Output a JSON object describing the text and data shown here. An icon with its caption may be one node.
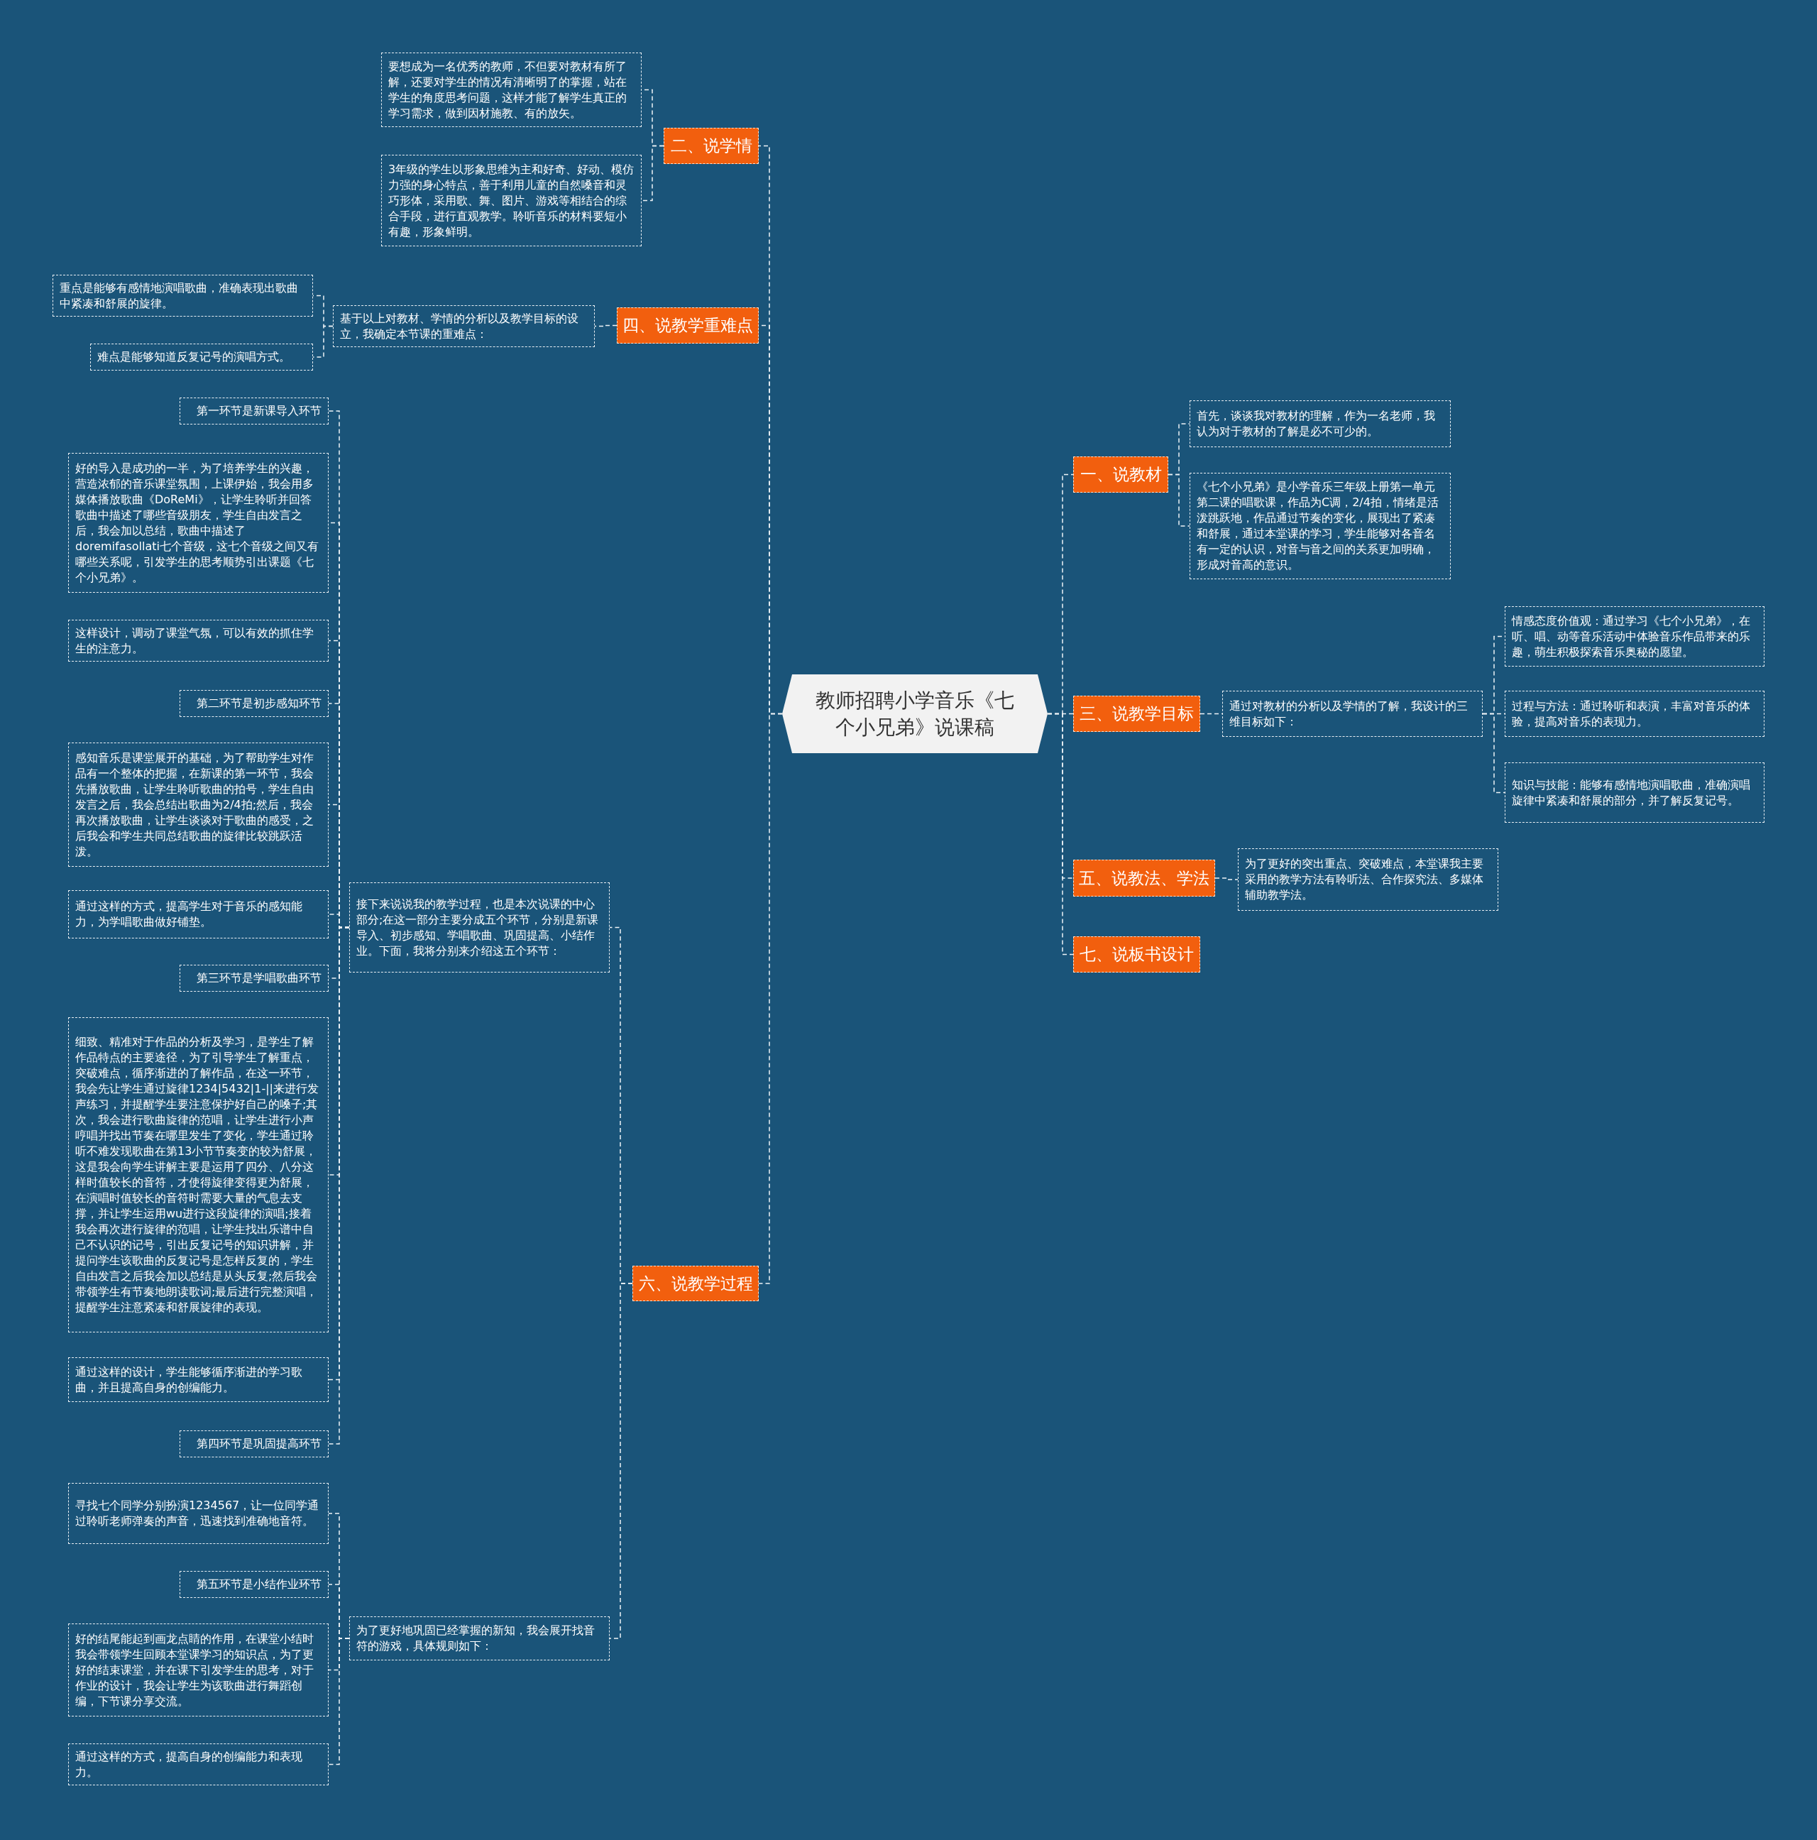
{
  "diagram": {
    "nodes": [
      {
        "text": [
          "教师招聘小学音乐《七个小兄弟》说课稿"
        ]
      },
      {
        "text": [
          "二、说学情"
        ]
      },
      {
        "text": [
          "要想成为一名优秀的教师，不但要对教材有所了解，还要对学生的情况有清晰明了的掌握，站在学生的角度思考问题，这样才能了解学生真正的学习需求，做到因材施教、有的放矢。"
        ]
      },
      {
        "text": [
          "3年级的学生以形象思维为主和好奇、好动、模仿力强的身心特点，善于利用儿童的自然嗓音和灵巧形体，采用歌、舞、图片、游戏等相结合的综合手段，进行直观教学。聆听音乐的材料要短小有趣，形象鲜明。"
        ]
      },
      {
        "text": [
          "四、说教学重难点"
        ]
      },
      {
        "text": [
          "基于以上对教材、学情的分析以及教学目标的设立，我确定本节课的重难点："
        ]
      },
      {
        "text": [
          "重点是能够有感情地演唱歌曲，准确表现出歌曲中紧凑和舒展的旋律。"
        ]
      },
      {
        "text": [
          "难点是能够知道反复记号的演唱方式。"
        ]
      },
      {
        "text": [
          "六、说教学过程"
        ]
      },
      {
        "text": [
          "接下来说说我的教学过程，也是本次说课的中心部分;在这一部分主要分成五个环节，分别是新课导入、初步感知、学唱歌曲、巩固提高、小结作业。下面，我将分别来介绍这五个环节："
        ]
      },
      {
        "text": [
          "第一环节是新课导入环节"
        ]
      },
      {
        "text": [
          "好的导入是成功的一半，为了培养学生的兴趣，营造浓郁的音乐课堂氛围，上课伊始，我会用多媒体播放歌曲《DoReMi》，让学生聆听并回答歌曲中描述了哪些音级朋友，学生自由发言之后，我会加以总结，歌曲中描述了doremifasollati七个音级，这七个音级之间又有哪些关系呢，引发学生的思考顺势引出课题《七个小兄弟》。"
        ]
      },
      {
        "text": [
          "这样设计，调动了课堂气氛，可以有效的抓住学生的注意力。"
        ]
      },
      {
        "text": [
          "第二环节是初步感知环节"
        ]
      },
      {
        "text": [
          "感知音乐是课堂展开的基础，为了帮助学生对作品有一个整体的把握，在新课的第一环节，我会先播放歌曲，让学生聆听歌曲的拍号，学生自由发言之后，我会总结出歌曲为2/4拍;然后，我会再次播放歌曲，让学生谈谈对于歌曲的感受，之后我会和学生共同总结歌曲的旋律比较跳跃活泼。"
        ]
      },
      {
        "text": [
          "通过这样的方式，提高学生对于音乐的感知能力，为学唱歌曲做好铺垫。"
        ]
      },
      {
        "text": [
          "第三环节是学唱歌曲环节"
        ]
      },
      {
        "text": [
          "细致、精准对于作品的分析及学习，是学生了解作品特点的主要途径，为了引导学生了解重点，突破难点，循序渐进的了解作品，在这一环节，我会先让学生通过旋律1234|5432|1-||来进行发声练习，并提醒学生要注意保护好自己的嗓子;其次，我会进行歌曲旋律的范唱，让学生进行小声哼唱并找出节奏在哪里发生了变化，学生通过聆听不难发现歌曲在第13小节节奏变的较为舒展，这是我会向学生讲解主要是运用了四分、八分这样时值较长的音符，才使得旋律变得更为舒展，在演唱时值较长的音符时需要大量的气息去支撑，并让学生运用wu进行这段旋律的演唱;接着我会再次进行旋律的范唱，让学生找出乐谱中自己不认识的记号，引出反复记号的知识讲解，并提问学生该歌曲的反复记号是怎样反复的，学生自由发言之后我会加以总结是从头反复;然后我会带领学生有节奏地朗读歌词;最后进行完整演唱，提醒学生注意紧凑和舒展旋律的表现。"
        ]
      },
      {
        "text": [
          "通过这样的设计，学生能够循序渐进的学习歌曲，并且提高自身的创编能力。"
        ]
      },
      {
        "text": [
          "第四环节是巩固提高环节"
        ]
      },
      {
        "text": [
          "为了更好地巩固已经掌握的新知，我会展开找音符的游戏，具体规则如下："
        ]
      },
      {
        "text": [
          "寻找七个同学分别扮演1234567，让一位同学通过聆听老师弹奏的声音，迅速找到准确地音符。"
        ]
      },
      {
        "text": [
          "第五环节是小结作业环节"
        ]
      },
      {
        "text": [
          "好的结尾能起到画龙点睛的作用，在课堂小结时我会带领学生回顾本堂课学习的知识点，为了更好的结束课堂，并在课下引发学生的思考，对于作业的设计，我会让学生为该歌曲进行舞蹈创编，下节课分享交流。"
        ]
      },
      {
        "text": [
          "通过这样的方式，提高自身的创编能力和表现力。"
        ]
      },
      {
        "text": [
          "一、说教材"
        ]
      },
      {
        "text": [
          "首先，谈谈我对教材的理解，作为一名老师，我认为对于教材的了解是必不可少的。"
        ]
      },
      {
        "text": [
          "《七个小兄弟》是小学音乐三年级上册第一单元第二课的唱歌课，作品为C调，2/4拍，情绪是活泼跳跃地，作品通过节奏的变化，展现出了紧凑和舒展，通过本堂课的学习，学生能够对各音名有一定的认识，对音与音之间的关系更加明确，形成对音高的意识。"
        ]
      },
      {
        "text": [
          "三、说教学目标"
        ]
      },
      {
        "text": [
          "通过对教材的分析以及学情的了解，我设计的三维目标如下："
        ]
      },
      {
        "text": [
          "情感态度价值观：通过学习《七个小兄弟》，在听、唱、动等音乐活动中体验音乐作品带来的乐趣，萌生积极探索音乐奥秘的愿望。"
        ]
      },
      {
        "text": [
          "过程与方法：通过聆听和表演，丰富对音乐的体验，提高对音乐的表现力。"
        ]
      },
      {
        "text": [
          "知识与技能：能够有感情地演唱歌曲，准确演唱旋律中紧凑和舒展的部分，并了解反复记号。"
        ]
      },
      {
        "text": [
          "五、说教法、学法"
        ]
      },
      {
        "text": [
          "为了更好的突出重点、突破难点，本堂课我主要采用的教学方法有聆听法、合作探究法、多媒体辅助教学法。"
        ]
      },
      {
        "text": [
          "七、说板书设计"
        ]
      }
    ],
    "edges": [
      {
        "from": 0,
        "to": 1,
        "arrow": "none"
      },
      {
        "from": 1,
        "to": 2,
        "arrow": "none"
      },
      {
        "from": 1,
        "to": 3,
        "arrow": "none"
      },
      {
        "from": 0,
        "to": 4,
        "arrow": "none"
      },
      {
        "from": 4,
        "to": 5,
        "arrow": "none"
      },
      {
        "from": 5,
        "to": 6,
        "arrow": "none"
      },
      {
        "from": 5,
        "to": 7,
        "arrow": "none"
      },
      {
        "from": 0,
        "to": 8,
        "arrow": "none"
      },
      {
        "from": 8,
        "to": 9,
        "arrow": "none"
      },
      {
        "from": 9,
        "to": 10,
        "arrow": "none"
      },
      {
        "from": 9,
        "to": 11,
        "arrow": "none"
      },
      {
        "from": 9,
        "to": 12,
        "arrow": "none"
      },
      {
        "from": 9,
        "to": 13,
        "arrow": "none"
      },
      {
        "from": 9,
        "to": 14,
        "arrow": "none"
      },
      {
        "from": 9,
        "to": 15,
        "arrow": "none"
      },
      {
        "from": 9,
        "to": 16,
        "arrow": "none"
      },
      {
        "from": 9,
        "to": 17,
        "arrow": "none"
      },
      {
        "from": 9,
        "to": 18,
        "arrow": "none"
      },
      {
        "from": 9,
        "to": 19,
        "arrow": "none"
      },
      {
        "from": 8,
        "to": 20,
        "arrow": "none"
      },
      {
        "from": 20,
        "to": 21,
        "arrow": "none"
      },
      {
        "from": 20,
        "to": 22,
        "arrow": "none"
      },
      {
        "from": 20,
        "to": 23,
        "arrow": "none"
      },
      {
        "from": 20,
        "to": 24,
        "arrow": "none"
      },
      {
        "from": 0,
        "to": 25,
        "arrow": "none"
      },
      {
        "from": 25,
        "to": 26,
        "arrow": "none"
      },
      {
        "from": 25,
        "to": 27,
        "arrow": "none"
      },
      {
        "from": 0,
        "to": 28,
        "arrow": "none"
      },
      {
        "from": 28,
        "to": 29,
        "arrow": "none"
      },
      {
        "from": 29,
        "to": 30,
        "arrow": "none"
      },
      {
        "from": 29,
        "to": 31,
        "arrow": "none"
      },
      {
        "from": 29,
        "to": 32,
        "arrow": "none"
      },
      {
        "from": 0,
        "to": 33,
        "arrow": "none"
      },
      {
        "from": 33,
        "to": 34,
        "arrow": "none"
      },
      {
        "from": 0,
        "to": 35,
        "arrow": "none"
      }
    ]
  }
}
